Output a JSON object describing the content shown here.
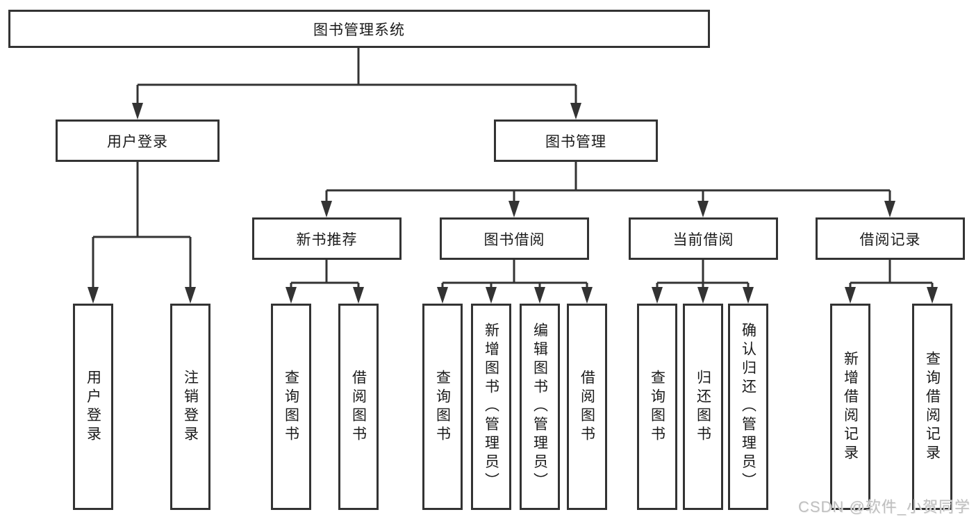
{
  "diagram_title": "图书管理系统",
  "tree": {
    "root": {
      "label": "图书管理系统",
      "children": [
        {
          "label": "用户登录",
          "children": [
            {
              "label": "用户登录"
            },
            {
              "label": "注销登录"
            }
          ]
        },
        {
          "label": "图书管理",
          "children": [
            {
              "label": "新书推荐",
              "children": [
                {
                  "label": "查询图书"
                },
                {
                  "label": "借阅图书"
                }
              ]
            },
            {
              "label": "图书借阅",
              "children": [
                {
                  "label": "查询图书"
                },
                {
                  "label": "新增图书（管理员）"
                },
                {
                  "label": "编辑图书（管理员）"
                },
                {
                  "label": "借阅图书"
                }
              ]
            },
            {
              "label": "当前借阅",
              "children": [
                {
                  "label": "查询图书"
                },
                {
                  "label": "归还图书"
                },
                {
                  "label": "确认归还（管理员）"
                }
              ]
            },
            {
              "label": "借阅记录",
              "children": [
                {
                  "label": "新增借阅记录"
                },
                {
                  "label": "查询借阅记录"
                }
              ]
            }
          ]
        }
      ]
    }
  },
  "colors": {
    "line": "#333333",
    "box_border": "#333333",
    "box_fill": "#ffffff",
    "text": "#1a1a1a",
    "background": "#ffffff",
    "watermark": "#bfbfbf"
  },
  "watermark": {
    "text": "CSDN @软件_小贺同学"
  }
}
